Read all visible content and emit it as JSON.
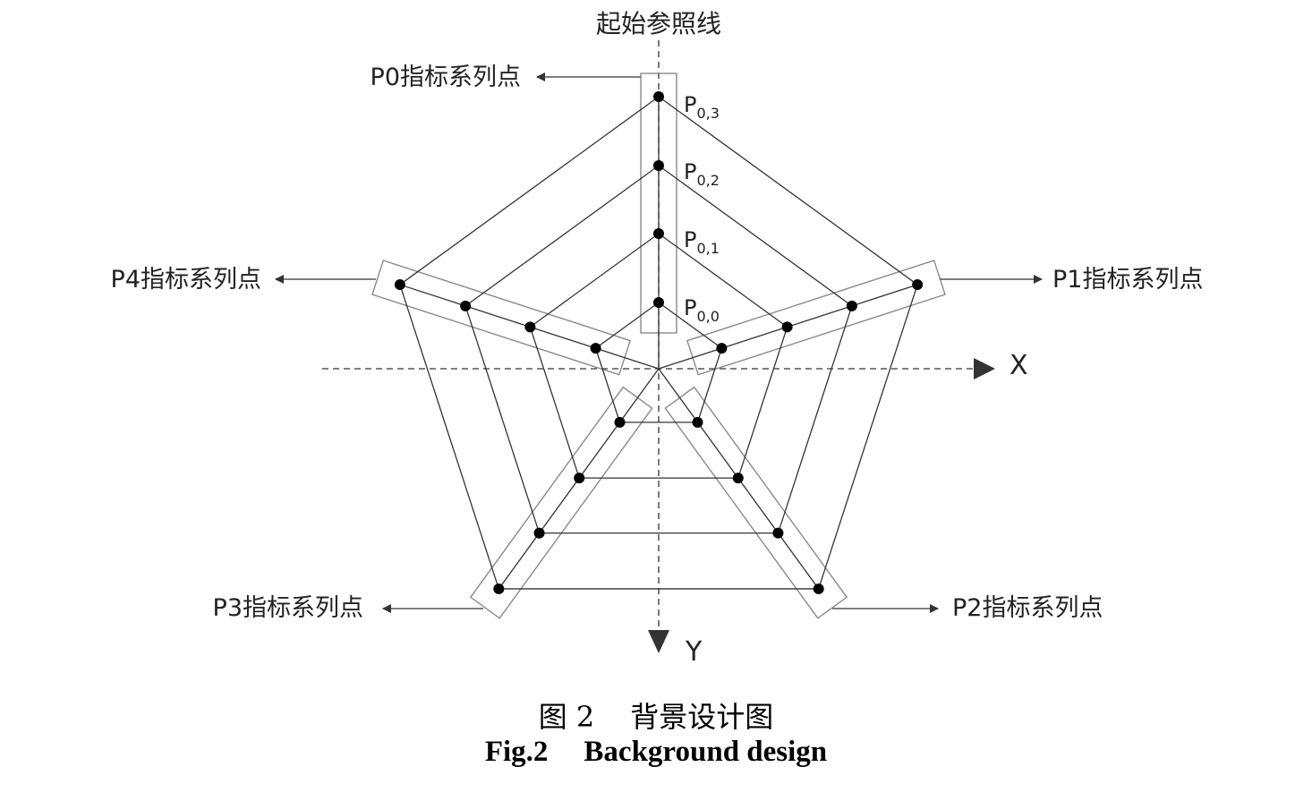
{
  "title": "起始参照线",
  "axes": {
    "x_label": "X",
    "y_label": "Y"
  },
  "series_labels": [
    "P0指标系列点",
    "P1指标系列点",
    "P2指标系列点",
    "P3指标系列点",
    "P4指标系列点"
  ],
  "point_labels": [
    {
      "base": "P",
      "sub": "0,3"
    },
    {
      "base": "P",
      "sub": "0,2"
    },
    {
      "base": "P",
      "sub": "0,1"
    },
    {
      "base": "P",
      "sub": "0,0"
    }
  ],
  "levels": 4,
  "caption": {
    "cn_fig": "图 2",
    "cn_text": "背景设计图",
    "en_fig": "Fig.2",
    "en_text": "Background design"
  }
}
